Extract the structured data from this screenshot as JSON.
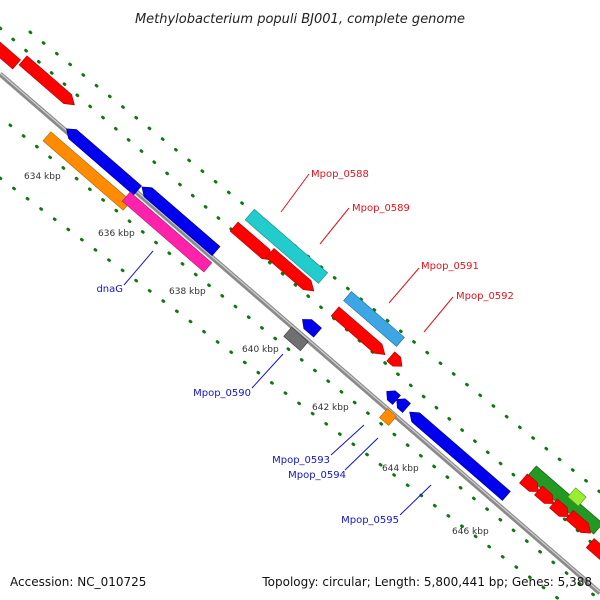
{
  "title": "Methylobacterium populi BJ001, complete genome",
  "footer": {
    "accession": "Accession: NC_010725",
    "topology": "Topology: circular; Length: 5,800,441 bp; Genes: 5,388"
  },
  "ticks": [
    "634 kbp",
    "636 kbp",
    "638 kbp",
    "640 kbp",
    "642 kbp",
    "644 kbp",
    "646 kbp"
  ],
  "labels": {
    "mpop_0588": "Mpop_0588",
    "mpop_0589": "Mpop_0589",
    "mpop_0591": "Mpop_0591",
    "mpop_0592": "Mpop_0592",
    "dnag": "dnaG",
    "mpop_0590": "Mpop_0590",
    "mpop_0593": "Mpop_0593",
    "mpop_0594": "Mpop_0594",
    "mpop_0595": "Mpop_0595"
  },
  "colors": {
    "red": "#ff0000",
    "blue": "#0000ee",
    "cyan": "#22cccc",
    "light-blue": "#3fa6e6",
    "orange": "#ff8c00",
    "magenta": "#ff22aa",
    "gray": "#707070",
    "green": "#229922",
    "light-green": "#99ee33",
    "backbone": "#8a8a8a",
    "grid": "#117711"
  }
}
